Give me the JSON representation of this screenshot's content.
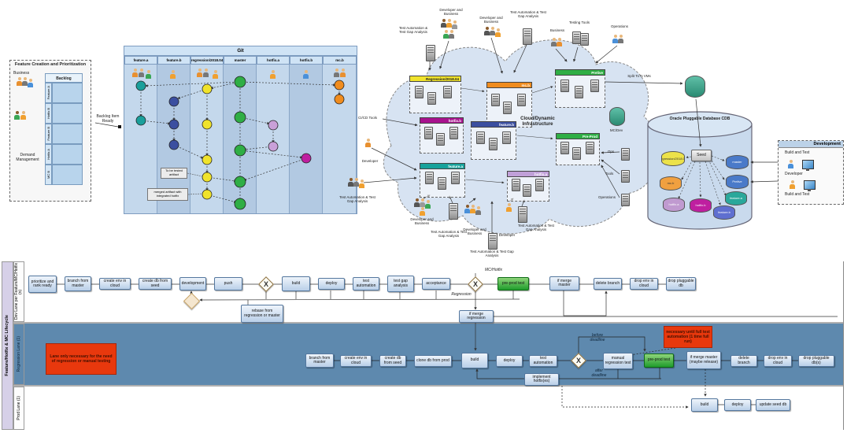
{
  "colors": {
    "lane_blue": "#5e89ae",
    "node_green": "#1f9c2c",
    "note_red": "#e8380d",
    "cloud_fill": "#d7e3f2",
    "cdb_fill": "#c9daed"
  },
  "feature_creation": {
    "title": "Feature Creation and Prioritization",
    "business": "Business",
    "demand_management": "Demand Management",
    "backlog_header": "Backlog",
    "backlog_items": [
      "Feature A",
      "Hotfix B",
      "Feature B",
      "Hotfix A",
      "MC B"
    ],
    "backlog_ready": "Backlog Item Ready"
  },
  "git": {
    "title": "Git",
    "branches": [
      {
        "name": "feature.a",
        "color": "#1a9f9b"
      },
      {
        "name": "feature.b",
        "color": "#3b4fa0"
      },
      {
        "name": "regression/2018.04",
        "color": "#f0e32c"
      },
      {
        "name": "master",
        "color": "#2fae45"
      },
      {
        "name": "hotfix.a",
        "color": "#c9a0d8"
      },
      {
        "name": "hotfix.b",
        "color": "#bf1fa0"
      },
      {
        "name": "mc.b",
        "color": "#f08c1e"
      }
    ],
    "note_tested": "To be tested artifact",
    "note_merged": "merged artifact with integrated hotfix"
  },
  "cloud": {
    "title_line1": "Cloud/Dynamic",
    "title_line2": "Infrastructure",
    "environments": [
      {
        "name": "Regression/2018.04",
        "color": "#f0e32c"
      },
      {
        "name": "mc.b",
        "color": "#f08c1e"
      },
      {
        "name": "Prelive",
        "color": "#2fae45"
      },
      {
        "name": "hotfix.b",
        "color": "#a8128e"
      },
      {
        "name": "feature.b",
        "color": "#3b4fa0"
      },
      {
        "name": "Pre-Prod",
        "color": "#2fae45"
      },
      {
        "name": "feature.a",
        "color": "#17a29b"
      },
      {
        "name": "hotfix.a",
        "color": "#c0a0d8"
      }
    ],
    "actors": {
      "test_automation": "Test Automation & Test Gap Analysis",
      "dev_business": "Developer and Business",
      "business": "Business",
      "testing_tools": "Testing Tools",
      "operations": "Operations",
      "developer": "Developer",
      "cicd": "CI/CD Tools",
      "ops": "Ops",
      "tools": "Tools"
    },
    "split_label": "Split To N VMs",
    "mc_dev": "MC/Dev"
  },
  "oracle": {
    "title": "Oracle Pluggable Database CDB",
    "seed": "Seed",
    "pdbs": [
      {
        "name": "regression/2018.04",
        "color": "#ece24a",
        "text": "#333"
      },
      {
        "name": "mc.b",
        "color": "#f0a040",
        "text": "#333"
      },
      {
        "name": "hotfix.a",
        "color": "#c09ad0",
        "text": "#fff"
      },
      {
        "name": "hotfix.b",
        "color": "#bf1fa0",
        "text": "#fff"
      },
      {
        "name": "feature.b",
        "color": "#5f6fd0",
        "text": "#fff"
      },
      {
        "name": "feature.a",
        "color": "#2aa89b",
        "text": "#fff"
      },
      {
        "name": "master",
        "color": "#4a7ac9",
        "text": "#fff"
      },
      {
        "name": "Prelive",
        "color": "#4a7ac9",
        "text": "#fff"
      }
    ]
  },
  "development": {
    "title": "Development",
    "build_test_top": "Build and Test",
    "developer": "Developer",
    "build_test_bottom": "Build and Test"
  },
  "lifecycle": {
    "outer_label": "Feature/Hotfix & MC Lifecycle",
    "lane_dev": "Dev Lane per Feature/MC/Hotfix (n)",
    "lane_regression": "Regression Lane (1)",
    "lane_prod": "Prod Lane (1)",
    "dev": {
      "steps": [
        "prioritize and rank ready",
        "branch from master",
        "create env in cloud",
        "create db from seed",
        "development",
        "push",
        "build",
        "deploy",
        "test automation",
        "test gap analysis",
        "acceptance",
        "pre-prod test",
        "if merge master",
        "delete branch",
        "drop env in cloud",
        "drop pluggable db"
      ],
      "rebase": "rebase from regression or master",
      "merge_regression": "if merge regression",
      "gw_mc": "MC/Hotfix",
      "gw_reg": "Regression"
    },
    "reg": {
      "steps": [
        "branch from master",
        "create env in cloud",
        "create db from seed",
        "clone db from prod",
        "build",
        "deploy",
        "test automation",
        "manual regression test",
        "pre-prod test",
        "if merge master (maybe release)",
        "delete branch",
        "drop env in cloud",
        "drop pluggable db(s)"
      ],
      "implement": "implement hotfix(es)",
      "before": "before deadline",
      "after": "after deadline",
      "note_lane": "Lane only necessary for the need of regression or manual testing",
      "note_auto": "necessary until full test automation (1 time full run)"
    },
    "prod": {
      "steps": [
        "build",
        "deploy",
        "update seed db"
      ]
    }
  }
}
